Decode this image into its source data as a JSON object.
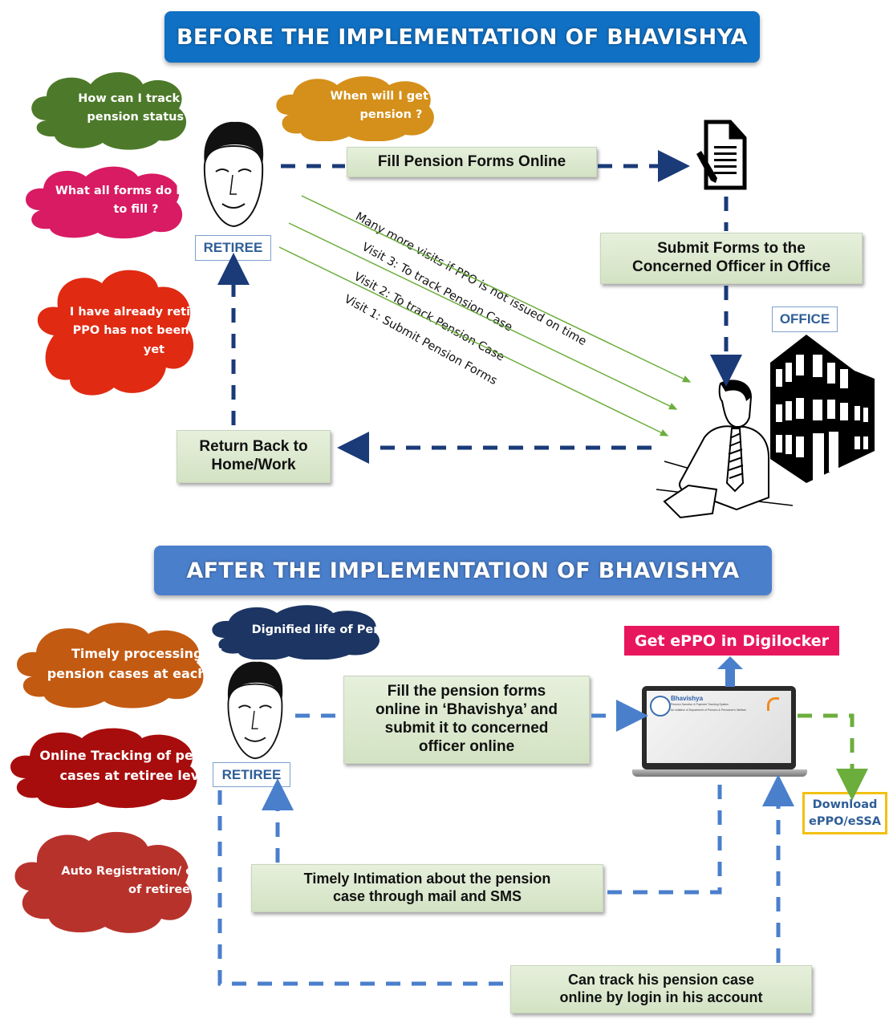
{
  "before": {
    "title": "BEFORE THE IMPLEMENTATION OF BHAVISHYA",
    "clouds": [
      {
        "text": "How can I track my pension status ?",
        "color": "#4d7a2a"
      },
      {
        "text": "When will I get my pension ?",
        "color": "#d4901a"
      },
      {
        "text": "What all forms do I need to fill ?",
        "color": "#d81b63"
      },
      {
        "text": "I have already retired but PPO has not been issued yet",
        "color": "#e02a12"
      }
    ],
    "retiree_label": "RETIREE",
    "office_label": "OFFICE",
    "steps": {
      "fill_forms": "Fill Pension Forms Online",
      "submit_forms_line1": "Submit Forms to the",
      "submit_forms_line2": "Concerned Officer in Office",
      "return_line1": "Return Back to",
      "return_line2": "Home/Work"
    },
    "visits": [
      "Many more visits if PPO is not issued on time",
      "Visit 3: To track Pension Case",
      "Visit 2: To track Pension Case",
      "Visit 1: Submit Pension Forms"
    ],
    "icons": [
      "retiree-face-icon",
      "document-pen-icon",
      "office-officer-icon",
      "office-building-icon"
    ]
  },
  "after": {
    "title": "AFTER THE IMPLEMENTATION OF BHAVISHYA",
    "clouds": [
      {
        "text": "Dignified life of Pensioner",
        "color": "#1c3563"
      },
      {
        "text": "Timely processing of pension cases at each level",
        "color": "#c35a12"
      },
      {
        "text": "Online Tracking of pension cases at retiree level",
        "color": "#a80d0d"
      },
      {
        "text": "Auto Registration/ enrollment of retiree",
        "color": "#b8322c"
      }
    ],
    "retiree_label": "RETIREE",
    "steps": {
      "fill_online_line1": "Fill the pension forms",
      "fill_online_line2": "online in ‘Bhavishya’ and",
      "fill_online_line3": "submit it to concerned",
      "fill_online_line4": "officer online",
      "intimation_line1": "Timely Intimation about the pension",
      "intimation_line2": "case through mail and SMS",
      "track_line1": "Can track his pension case",
      "track_line2": "online by login in his account"
    },
    "digilocker": "Get ePPO in Digilocker",
    "download_line1": "Download",
    "download_line2": "ePPO/eSSA",
    "laptop_screen": {
      "app_name": "Bhavishya",
      "subtitle": "Pension Sanction & Payment Tracking System",
      "tagline": "An initiative of Department of Pension & Pensioner's Welfare"
    },
    "icons": [
      "retiree-face-icon",
      "laptop-icon"
    ]
  },
  "colors": {
    "before_banner": "#1070c4",
    "after_banner": "#4a7fcc",
    "dark_arrow": "#1a3a78",
    "blue_arrow": "#4a7fcc",
    "green_arrow": "#6cae3c",
    "digilocker": "#e8175d",
    "download_border": "#f2c012"
  }
}
